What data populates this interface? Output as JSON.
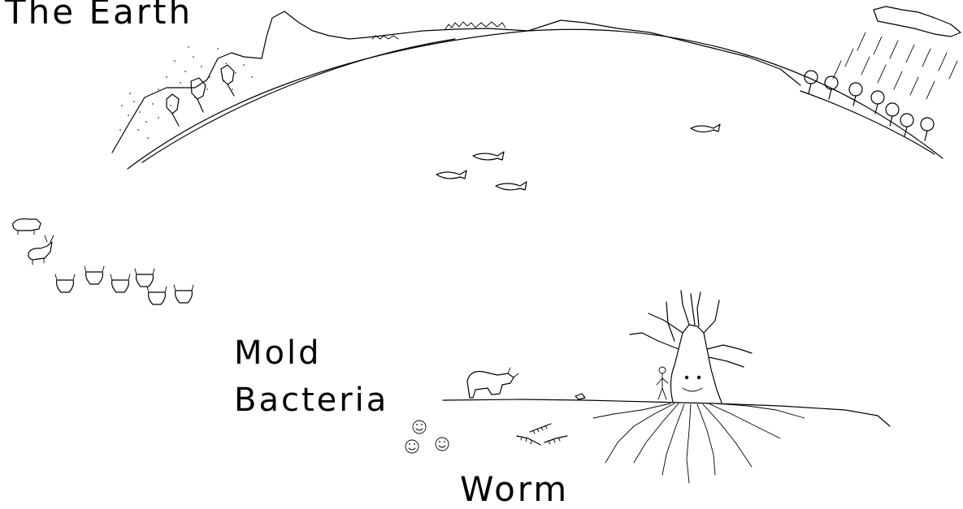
{
  "labels": {
    "title": "The Earth",
    "mold": "Mold",
    "bacteria": "Bacteria",
    "worm": "Worm"
  },
  "colors": {
    "ink": "#000000",
    "background": "#ffffff"
  }
}
